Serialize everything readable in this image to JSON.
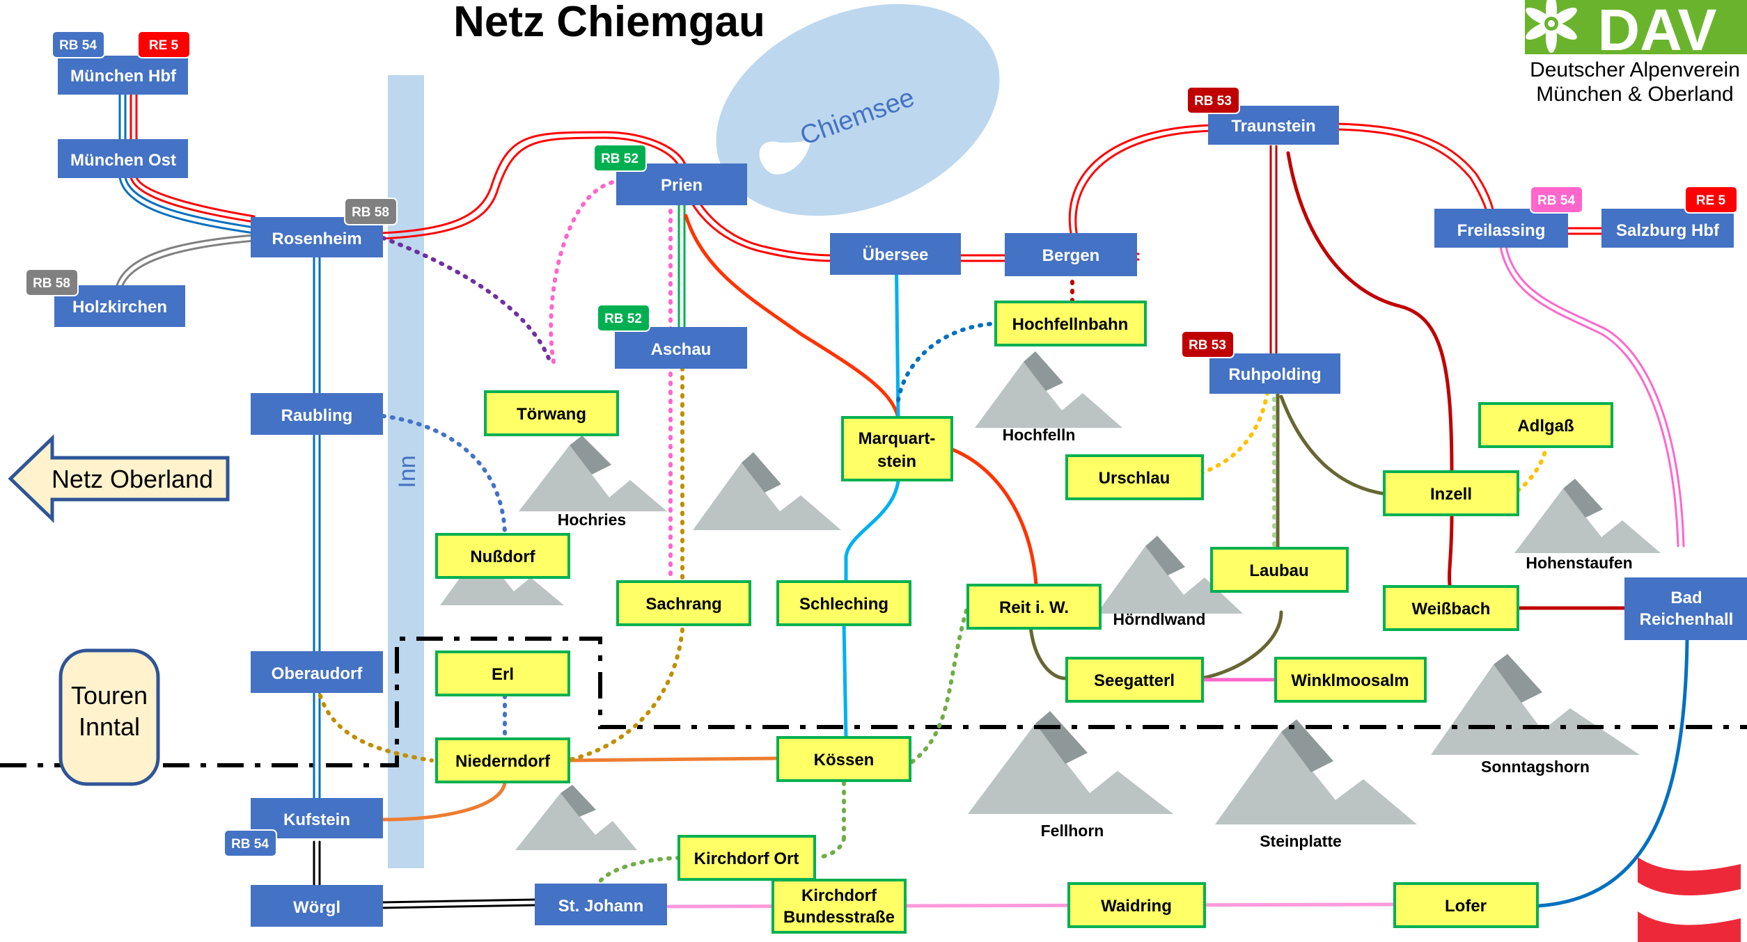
{
  "title": "Netz Chiemgau",
  "logo": {
    "letters": "DAV",
    "line1": "Deutscher Alpenverein",
    "line2": "München & Oberland"
  },
  "lake": "Chiemsee",
  "river": "Inn",
  "arrow_label": "Netz Oberland",
  "touren_label": [
    "Touren",
    "Inntal"
  ],
  "stations": {
    "muenchen_hbf": "München Hbf",
    "muenchen_ost": "München Ost",
    "rosenheim": "Rosenheim",
    "holzkirchen": "Holzkirchen",
    "raubling": "Raubling",
    "oberaudorf": "Oberaudorf",
    "kufstein": "Kufstein",
    "woergl": "Wörgl",
    "st_johann": "St. Johann",
    "prien": "Prien",
    "aschau": "Aschau",
    "uebersee": "Übersee",
    "bergen": "Bergen",
    "traunstein": "Traunstein",
    "freilassing": "Freilassing",
    "salzburg": "Salzburg Hbf",
    "ruhpolding": "Ruhpolding",
    "bad_reichenhall": [
      "Bad",
      "Reichenhall"
    ]
  },
  "stops": {
    "toerwang": "Törwang",
    "nussdorf": "Nußdorf",
    "sachrang": "Sachrang",
    "schleching": "Schleching",
    "marquartstein": [
      "Marquart-",
      "stein"
    ],
    "hochfellnbahn": "Hochfellnbahn",
    "reit": "Reit i. W.",
    "seegatterl": "Seegatterl",
    "winklmoosalm": "Winklmoosalm",
    "urschlau": "Urschlau",
    "laubau": "Laubau",
    "inzell": "Inzell",
    "adlgass": "Adlgaß",
    "weissbach": "Weißbach",
    "erl": "Erl",
    "niederndorf": "Niederndorf",
    "koessen": "Kössen",
    "kirchdorf_ort": "Kirchdorf Ort",
    "kirchdorf_bundesstrasse": [
      "Kirchdorf",
      "Bundesstraße"
    ],
    "waidring": "Waidring",
    "lofer": "Lofer"
  },
  "badges": {
    "rb54_muc": "RB 54",
    "re5_muc": "RE 5",
    "rb58_ros": "RB 58",
    "rb58_hol": "RB 58",
    "rb52_prien": "RB 52",
    "rb52_aschau": "RB 52",
    "rb53_traun": "RB 53",
    "rb53_ruhp": "RB 53",
    "rb54_frei": "RB 54",
    "re5_salz": "RE 5",
    "rb54_kuf": "RB 54"
  },
  "mountains": {
    "hochries": "Hochries",
    "hochfelln": "Hochfelln",
    "hoerndlwand": "Hörndlwand",
    "hohenstaufen": "Hohenstaufen",
    "sonntagshorn": "Sonntagshorn",
    "fellhorn": "Fellhorn",
    "steinplatte": "Steinplatte"
  },
  "colors": {
    "station_box": "#4472C4",
    "stop_box": "#FFFF66",
    "stop_border": "#00B050",
    "lake": "#BDD7EE",
    "river": "#BDD7EE",
    "logo_green": "#6AB42D",
    "austria_red": "#ED2939",
    "re5": "#FF0000",
    "rb53": "#C00000",
    "rb54": "#FF66CC",
    "rb52": "#00B050",
    "rb58": "#808080"
  }
}
